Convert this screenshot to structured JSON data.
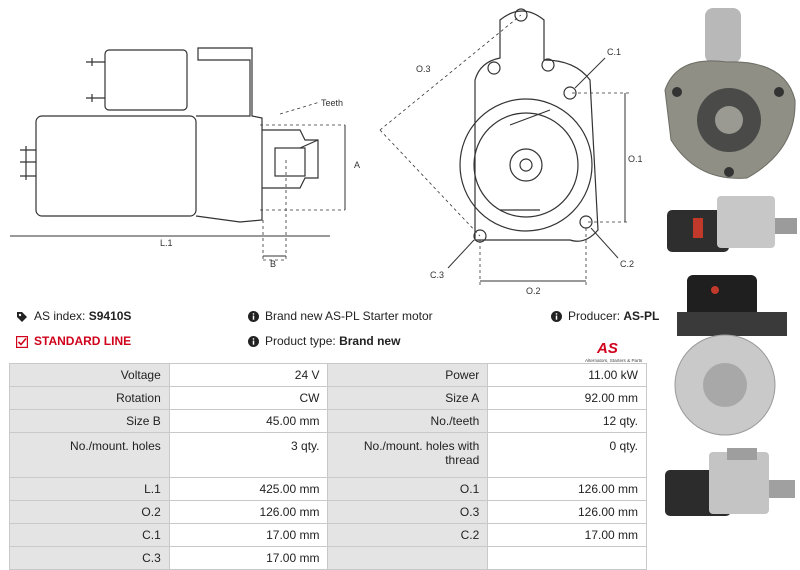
{
  "drawing": {
    "labels": {
      "teeth": "Teeth",
      "a": "A",
      "b": "B",
      "l1": "L.1",
      "o1": "O.1",
      "o2": "O.2",
      "o3": "O.3",
      "c1": "C.1",
      "c2": "C.2",
      "c3": "C.3"
    }
  },
  "info": {
    "as_index_label": "AS index:",
    "as_index_value": "S9410S",
    "line_label": "STANDARD LINE",
    "description": "Brand new AS-PL Starter motor",
    "product_type_label": "Product type:",
    "product_type_value": "Brand new",
    "producer_label": "Producer:",
    "producer_value": "AS-PL"
  },
  "logo": {
    "mark": "AS",
    "tagline": "Alternators, Starters & Parts"
  },
  "specs": [
    {
      "k1": "Voltage",
      "v1": "24 V",
      "k2": "Power",
      "v2": "11.00 kW"
    },
    {
      "k1": "Rotation",
      "v1": "CW",
      "k2": "Size A",
      "v2": "92.00 mm"
    },
    {
      "k1": "Size B",
      "v1": "45.00 mm",
      "k2": "No./teeth",
      "v2": "12 qty."
    },
    {
      "k1": "No./mount. holes",
      "v1": "3 qty.",
      "k2": "No./mount. holes with thread",
      "v2": "0 qty."
    },
    {
      "k1": "L.1",
      "v1": "425.00 mm",
      "k2": "O.1",
      "v2": "126.00 mm"
    },
    {
      "k1": "O.2",
      "v1": "126.00 mm",
      "k2": "O.3",
      "v2": "126.00 mm"
    },
    {
      "k1": "C.1",
      "v1": "17.00 mm",
      "k2": "C.2",
      "v2": "17.00 mm"
    },
    {
      "k1": "C.3",
      "v1": "17.00 mm",
      "k2": "",
      "v2": ""
    }
  ],
  "colors": {
    "accent_red": "#d0021b",
    "key_cell": "#e4e4e4",
    "border": "#c9c9c9"
  }
}
